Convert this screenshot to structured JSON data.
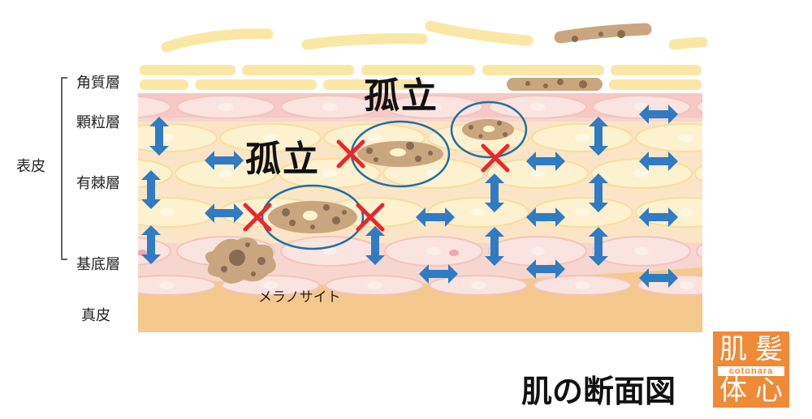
{
  "layers": {
    "stratum_corneum": "角質層",
    "granular": "顆粒層",
    "epidermis": "表皮",
    "spinous": "有棘層",
    "basal": "基底層",
    "dermis": "真皮"
  },
  "annotations": {
    "isolated_top": "孤立",
    "isolated_mid": "孤立",
    "melanocyte": "メラノサイト"
  },
  "title": "肌の断面図",
  "logo": {
    "c1": "肌",
    "c2": "髪",
    "c3": "体",
    "c4": "心",
    "sub": "cotonara"
  },
  "colors": {
    "arrow": "#2f7bc4",
    "cross": "#e8282c",
    "circle": "#1f6fa3",
    "logo": "#ef8a37"
  }
}
